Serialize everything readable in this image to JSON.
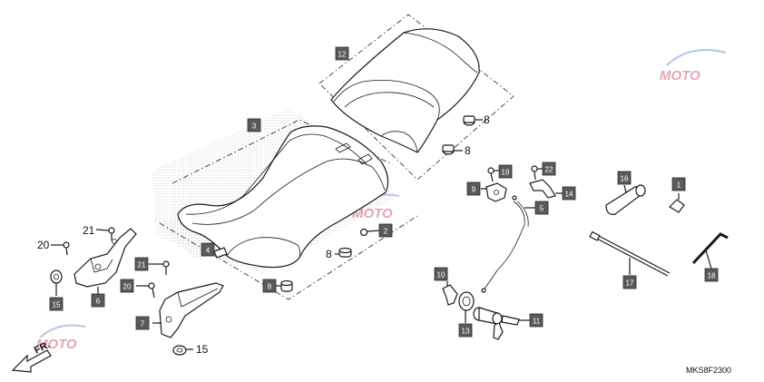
{
  "diagram_code": "MKS8F2300",
  "direction_label": "FR.",
  "watermark": "MOTO",
  "callouts": {
    "c1": "1",
    "c2": "2",
    "c3": "3",
    "c4": "4",
    "c5": "5",
    "c6": "6",
    "c7": "7",
    "c8a": "8",
    "c8b": "8",
    "c8c": "8",
    "c8d": "8",
    "c9": "9",
    "c10": "10",
    "c11": "11",
    "c12": "12",
    "c13": "13",
    "c14": "14",
    "c15a": "15",
    "c15b": "15",
    "c16": "16",
    "c17": "17",
    "c18": "18",
    "c19": "19",
    "c20a": "20",
    "c20b": "20",
    "c21a": "21",
    "c21b": "21",
    "c22": "22"
  },
  "colors": {
    "label_box": "#5a5a5a",
    "line": "#1a1a1a",
    "watermark": "#d06070"
  }
}
